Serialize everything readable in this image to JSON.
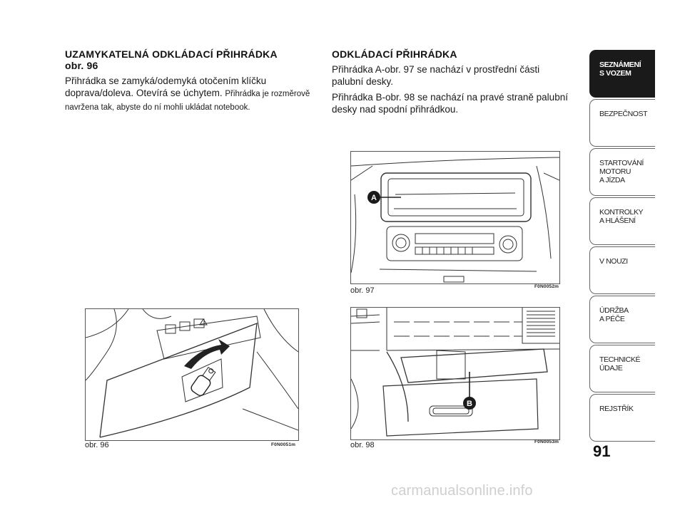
{
  "left_section": {
    "title_line1": "UZAMYKATELNÁ ODKLÁDACÍ PŘIHRÁDKA",
    "title_line2": "obr. 96",
    "body_main": "Přihrádka se zamyká/odemyká otočením klíčku doprava/doleva. Otevírá se úchytem.",
    "body_small": "Přihrádka je rozměrově navržena tak, abyste do ní mohli ukládat notebook."
  },
  "right_section": {
    "title": "ODKLÁDACÍ PŘIHRÁDKA",
    "para1": "Přihrádka A-obr. 97 se nachází v prostřední části palubní desky.",
    "para2": "Přihrádka B-obr. 98 se nachází na pravé straně palubní desky nad spodní přihrádkou."
  },
  "figures": {
    "fig96": {
      "caption": "obr. 96",
      "code": "F0N0051m"
    },
    "fig97": {
      "caption": "obr. 97",
      "code": "F0N0052m",
      "marker": "A"
    },
    "fig98": {
      "caption": "obr. 98",
      "code": "F0N0053m",
      "marker": "B"
    }
  },
  "sidebar": {
    "tabs": [
      {
        "lines": [
          "SEZNÁMENÍ",
          "S VOZEM"
        ],
        "active": true
      },
      {
        "lines": [
          "BEZPEČNOST"
        ]
      },
      {
        "lines": [
          "STARTOVÁNÍ",
          "MOTORU",
          "A JÍZDA"
        ]
      },
      {
        "lines": [
          "KONTROLKY",
          "A HLÁŠENÍ"
        ]
      },
      {
        "lines": [
          "V NOUZI"
        ]
      },
      {
        "lines": [
          "ÚDRŽBA",
          "A PÉČE"
        ]
      },
      {
        "lines": [
          "TECHNICKÉ",
          "ÚDAJE"
        ]
      },
      {
        "lines": [
          "REJSTŘÍK"
        ]
      }
    ]
  },
  "page_number": "91",
  "watermark": "carmanualsonline.info"
}
